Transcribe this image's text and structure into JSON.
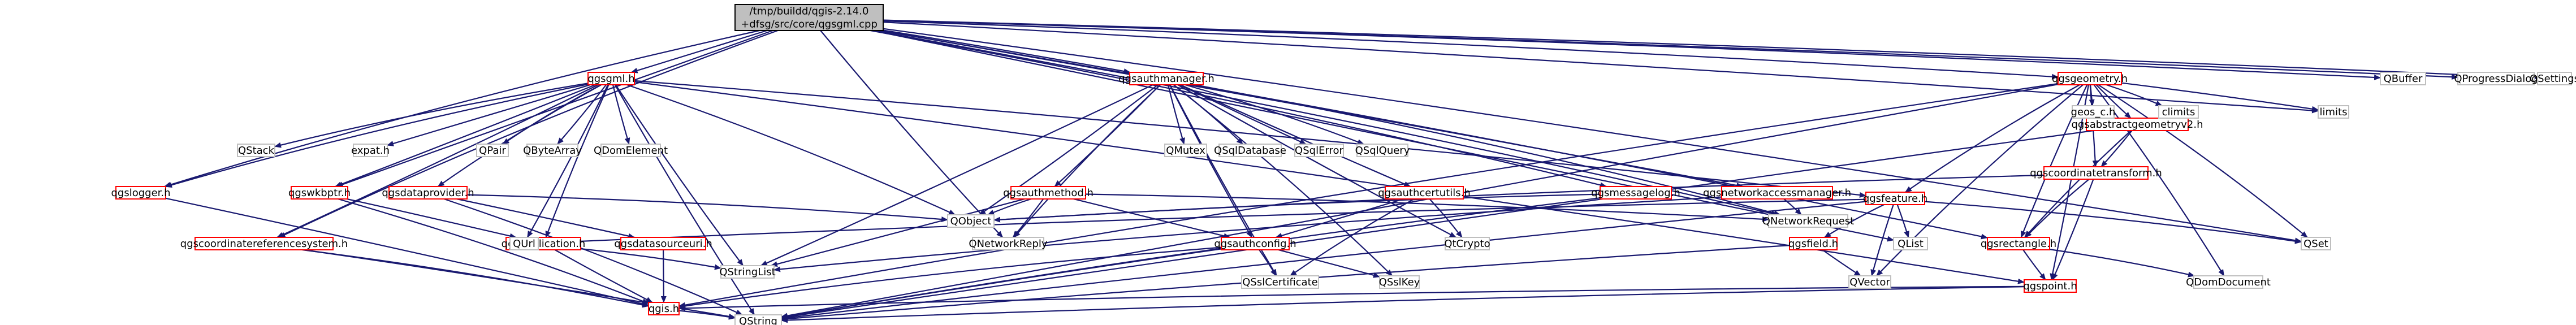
{
  "diagram": {
    "colors": {
      "edge": "#191970",
      "plain_border": "#bfbfbf",
      "ref_border": "#ff0000",
      "root_fill": "#bfbfbf"
    },
    "nodes": [
      {
        "id": "root",
        "lines": [
          "/tmp/buildd/qgis-2.14.0",
          "+dfsg/src/core/qgsgml.cpp"
        ],
        "kind": "root"
      },
      {
        "id": "qgsgml",
        "lines": [
          "qgsgml.h"
        ],
        "kind": "ref"
      },
      {
        "id": "qgsauthmanager",
        "lines": [
          "qgsauthmanager.h"
        ],
        "kind": "ref"
      },
      {
        "id": "qgsgeometry",
        "lines": [
          "qgsgeometry.h"
        ],
        "kind": "ref"
      },
      {
        "id": "qgslogger",
        "lines": [
          "qgslogger.h"
        ],
        "kind": "ref"
      },
      {
        "id": "qgsmessagelog",
        "lines": [
          "qgsmessagelog.h"
        ],
        "kind": "ref"
      },
      {
        "id": "qgsnetworkaccessmanager",
        "lines": [
          "qgsnetworkaccessmanager.h"
        ],
        "kind": "ref"
      },
      {
        "id": "qgsabstractgeometryv2",
        "lines": [
          "qgsabstractgeometryv2.h"
        ],
        "kind": "ref"
      },
      {
        "id": "qgscoordinatetransform",
        "lines": [
          "qgscoordinatetransform.h"
        ],
        "kind": "ref"
      },
      {
        "id": "qgsfeature",
        "lines": [
          "qgsfeature.h"
        ],
        "kind": "ref"
      },
      {
        "id": "qgsauthcertutils",
        "lines": [
          "qgsauthcertutils.h"
        ],
        "kind": "ref"
      },
      {
        "id": "qgsauthmethod",
        "lines": [
          "qgsauthmethod.h"
        ],
        "kind": "ref"
      },
      {
        "id": "qgswkbptr",
        "lines": [
          "qgswkbptr.h"
        ],
        "kind": "ref"
      },
      {
        "id": "qgsdataprovider",
        "lines": [
          "qgsdataprovider.h"
        ],
        "kind": "ref"
      },
      {
        "id": "qgsapplication",
        "lines": [
          "qgsapplication.h"
        ],
        "kind": "ref"
      },
      {
        "id": "qgsdatasourceuri",
        "lines": [
          "qgsdatasourceuri.h"
        ],
        "kind": "ref"
      },
      {
        "id": "qgscoordinatereferencesystem",
        "lines": [
          "qgscoordinatereferencesystem.h"
        ],
        "kind": "ref"
      },
      {
        "id": "qgsauthconfig",
        "lines": [
          "qgsauthconfig.h"
        ],
        "kind": "ref"
      },
      {
        "id": "qgsfield",
        "lines": [
          "qgsfield.h"
        ],
        "kind": "ref"
      },
      {
        "id": "qgsrectangle",
        "lines": [
          "qgsrectangle.h"
        ],
        "kind": "ref"
      },
      {
        "id": "qgspoint",
        "lines": [
          "qgspoint.h"
        ],
        "kind": "ref"
      },
      {
        "id": "qgis",
        "lines": [
          "qgis.h"
        ],
        "kind": "ref"
      },
      {
        "id": "QBuffer",
        "lines": [
          "QBuffer"
        ],
        "kind": "plain"
      },
      {
        "id": "QProgressDialog",
        "lines": [
          "QProgressDialog"
        ],
        "kind": "plain"
      },
      {
        "id": "QSettings",
        "lines": [
          "QSettings"
        ],
        "kind": "plain"
      },
      {
        "id": "limits",
        "lines": [
          "limits"
        ],
        "kind": "plain"
      },
      {
        "id": "geos_c",
        "lines": [
          "geos_c.h"
        ],
        "kind": "plain"
      },
      {
        "id": "climits",
        "lines": [
          "climits"
        ],
        "kind": "plain"
      },
      {
        "id": "QSet",
        "lines": [
          "QSet"
        ],
        "kind": "plain"
      },
      {
        "id": "QStack",
        "lines": [
          "QStack"
        ],
        "kind": "plain"
      },
      {
        "id": "expat",
        "lines": [
          "expat.h"
        ],
        "kind": "plain"
      },
      {
        "id": "QPair",
        "lines": [
          "QPair"
        ],
        "kind": "plain"
      },
      {
        "id": "QByteArray",
        "lines": [
          "QByteArray"
        ],
        "kind": "plain"
      },
      {
        "id": "QDomElement",
        "lines": [
          "QDomElement"
        ],
        "kind": "plain"
      },
      {
        "id": "QMutex",
        "lines": [
          "QMutex"
        ],
        "kind": "plain"
      },
      {
        "id": "QSqlDatabase",
        "lines": [
          "QSqlDatabase"
        ],
        "kind": "plain"
      },
      {
        "id": "QSqlError",
        "lines": [
          "QSqlError"
        ],
        "kind": "plain"
      },
      {
        "id": "QSqlQuery",
        "lines": [
          "QSqlQuery"
        ],
        "kind": "plain"
      },
      {
        "id": "QUrl",
        "lines": [
          "QUrl"
        ],
        "kind": "plain"
      },
      {
        "id": "QObject",
        "lines": [
          "QObject"
        ],
        "kind": "plain"
      },
      {
        "id": "QNetworkReply",
        "lines": [
          "QNetworkReply"
        ],
        "kind": "plain"
      },
      {
        "id": "QNetworkRequest",
        "lines": [
          "QNetworkRequest"
        ],
        "kind": "plain"
      },
      {
        "id": "QCrypto",
        "lines": [
          "QtCrypto"
        ],
        "kind": "plain"
      },
      {
        "id": "QList",
        "lines": [
          "QList"
        ],
        "kind": "plain"
      },
      {
        "id": "QStringList",
        "lines": [
          "QStringList"
        ],
        "kind": "plain"
      },
      {
        "id": "QSslCertificate",
        "lines": [
          "QSslCertificate"
        ],
        "kind": "plain"
      },
      {
        "id": "QSslKey",
        "lines": [
          "QSslKey"
        ],
        "kind": "plain"
      },
      {
        "id": "QVector",
        "lines": [
          "QVector"
        ],
        "kind": "plain"
      },
      {
        "id": "QDomDocument",
        "lines": [
          "QDomDocument"
        ],
        "kind": "plain"
      },
      {
        "id": "QString",
        "lines": [
          "QString"
        ],
        "kind": "plain"
      }
    ],
    "edges": [
      [
        "root",
        "qgsgml"
      ],
      [
        "root",
        "qgsauthmanager"
      ],
      [
        "root",
        "qgsgeometry"
      ],
      [
        "root",
        "qgslogger"
      ],
      [
        "root",
        "qgsmessagelog"
      ],
      [
        "root",
        "qgsnetworkaccessmanager"
      ],
      [
        "root",
        "QBuffer"
      ],
      [
        "root",
        "QProgressDialog"
      ],
      [
        "root",
        "QSettings"
      ],
      [
        "root",
        "limits"
      ],
      [
        "root",
        "QSet"
      ],
      [
        "root",
        "QList"
      ],
      [
        "root",
        "QNetworkRequest"
      ],
      [
        "root",
        "QNetworkReply"
      ],
      [
        "root",
        "qgswkbptr"
      ],
      [
        "root",
        "qgscoordinatereferencesystem"
      ],
      [
        "root",
        "qgsrectangle"
      ],
      [
        "qgsgml",
        "QStack"
      ],
      [
        "qgsgml",
        "expat"
      ],
      [
        "qgsgml",
        "QPair"
      ],
      [
        "qgsgml",
        "QByteArray"
      ],
      [
        "qgsgml",
        "QDomElement"
      ],
      [
        "qgsgml",
        "qgswkbptr"
      ],
      [
        "qgsgml",
        "qgsdataprovider"
      ],
      [
        "qgsgml",
        "qgsfeature"
      ],
      [
        "qgsgml",
        "qgslogger"
      ],
      [
        "qgsgml",
        "qgscoordinatereferencesystem"
      ],
      [
        "qgsgml",
        "QStringList"
      ],
      [
        "qgsgml",
        "QObject"
      ],
      [
        "qgsgml",
        "qgsapplication"
      ],
      [
        "qgsgml",
        "qgspoint"
      ],
      [
        "qgsgml",
        "QString"
      ],
      [
        "qgsgml",
        "QUrl"
      ],
      [
        "qgsauthmanager",
        "QMutex"
      ],
      [
        "qgsauthmanager",
        "QSqlDatabase"
      ],
      [
        "qgsauthmanager",
        "QSqlError"
      ],
      [
        "qgsauthmanager",
        "QSqlQuery"
      ],
      [
        "qgsauthmanager",
        "qgsauthcertutils"
      ],
      [
        "qgsauthmanager",
        "qgsauthmethod"
      ],
      [
        "qgsauthmanager",
        "qgsauthconfig"
      ],
      [
        "qgsauthmanager",
        "QObject"
      ],
      [
        "qgsauthmanager",
        "QNetworkReply"
      ],
      [
        "qgsauthmanager",
        "QNetworkRequest"
      ],
      [
        "qgsauthmanager",
        "QCrypto"
      ],
      [
        "qgsauthmanager",
        "QStringList"
      ],
      [
        "qgsauthmanager",
        "QSslCertificate"
      ],
      [
        "qgsauthmanager",
        "QSslKey"
      ],
      [
        "qgsgeometry",
        "geos_c"
      ],
      [
        "qgsgeometry",
        "climits"
      ],
      [
        "qgsgeometry",
        "limits"
      ],
      [
        "qgsgeometry",
        "QSet"
      ],
      [
        "qgsgeometry",
        "qgsabstractgeometryv2"
      ],
      [
        "qgsgeometry",
        "qgscoordinatetransform"
      ],
      [
        "qgsgeometry",
        "qgsfeature"
      ],
      [
        "qgsgeometry",
        "qgspoint"
      ],
      [
        "qgsgeometry",
        "qgsrectangle"
      ],
      [
        "qgsgeometry",
        "QDomDocument"
      ],
      [
        "qgsgeometry",
        "QVector"
      ],
      [
        "qgsgeometry",
        "QString"
      ],
      [
        "qgsgeometry",
        "qgis"
      ],
      [
        "qgsabstractgeometryv2",
        "qgscoordinatetransform"
      ],
      [
        "qgsabstractgeometryv2",
        "qgsrectangle"
      ],
      [
        "qgsabstractgeometryv2",
        "QString"
      ],
      [
        "qgscoordinatetransform",
        "QObject"
      ],
      [
        "qgscoordinatetransform",
        "qgspoint"
      ],
      [
        "qgscoordinatetransform",
        "qgsrectangle"
      ],
      [
        "qgsfeature",
        "QList"
      ],
      [
        "qgsfeature",
        "QVector"
      ],
      [
        "qgsfeature",
        "QSet"
      ],
      [
        "qgsfeature",
        "qgsfield"
      ],
      [
        "qgsfeature",
        "QString"
      ],
      [
        "qgsfeature",
        "QUrl"
      ],
      [
        "qgsfield",
        "QString"
      ],
      [
        "qgsfield",
        "QVector"
      ],
      [
        "qgsrectangle",
        "QDomDocument"
      ],
      [
        "qgsrectangle",
        "qgspoint"
      ],
      [
        "qgspoint",
        "QString"
      ],
      [
        "qgspoint",
        "qgis"
      ],
      [
        "qgis",
        "QString"
      ],
      [
        "qgslogger",
        "qgis"
      ],
      [
        "qgsmessagelog",
        "QObject"
      ],
      [
        "qgsmessagelog",
        "QString"
      ],
      [
        "qgsnetworkaccessmanager",
        "QNetworkRequest"
      ],
      [
        "qgsnetworkaccessmanager",
        "QStringList"
      ],
      [
        "qgsauthcertutils",
        "QCrypto"
      ],
      [
        "qgsauthcertutils",
        "QSslCertificate"
      ],
      [
        "qgsauthcertutils",
        "qgsauthconfig"
      ],
      [
        "qgsauthmethod",
        "QObject"
      ],
      [
        "qgsauthmethod",
        "QNetworkReply"
      ],
      [
        "qgsauthmethod",
        "QNetworkRequest"
      ],
      [
        "qgsauthmethod",
        "QStringList"
      ],
      [
        "qgsauthmethod",
        "qgsauthconfig"
      ],
      [
        "qgsauthconfig",
        "QSslCertificate"
      ],
      [
        "qgsauthconfig",
        "QSslKey"
      ],
      [
        "qgsauthconfig",
        "QString"
      ],
      [
        "qgsauthconfig",
        "qgis"
      ],
      [
        "qgswkbptr",
        "qgis"
      ],
      [
        "qgswkbptr",
        "qgsapplication"
      ],
      [
        "qgsdataprovider",
        "QObject"
      ],
      [
        "qgsdataprovider",
        "qgsdatasourceuri"
      ],
      [
        "qgsdataprovider",
        "QString"
      ],
      [
        "qgsapplication",
        "qgis"
      ],
      [
        "qgsapplication",
        "QStringList"
      ],
      [
        "qgsdatasourceuri",
        "qgis"
      ],
      [
        "qgscoordinatereferencesystem",
        "qgis"
      ],
      [
        "qgscoordinatereferencesystem",
        "QString"
      ]
    ]
  }
}
